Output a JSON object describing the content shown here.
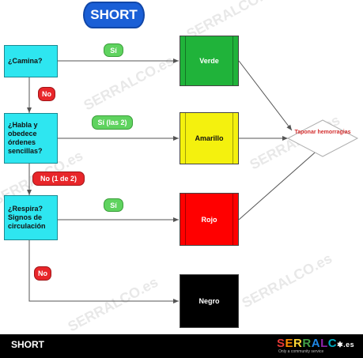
{
  "title": "SHORT",
  "questions": {
    "q1": "¿Camina?",
    "q2": "¿Habla y obedece órdenes sencillas?",
    "q3": "¿Respira? Signos de circulación"
  },
  "answers": {
    "yes1": "Sí",
    "yes2": "Sí (las 2)",
    "yes3": "Sí",
    "no1": "No",
    "no2": "No (1 de 2)",
    "no3": "No"
  },
  "categories": {
    "verde": "Verde",
    "amarillo": "Amarillo",
    "rojo": "Rojo",
    "negro": "Negro"
  },
  "action": "Taponar hemorragias",
  "colors": {
    "verde": "#20b33a",
    "amarillo": "#f4f10e",
    "rojo": "#ff0000",
    "negro": "#000000",
    "question": "#2ee6f0",
    "title": "#1a5fd6"
  },
  "watermark": "SERRALCO.es",
  "footer": {
    "left_label": "SHORT",
    "logo": "SERRALCO",
    "logo_suffix": ".es",
    "logo_tagline": "Only a community service"
  }
}
